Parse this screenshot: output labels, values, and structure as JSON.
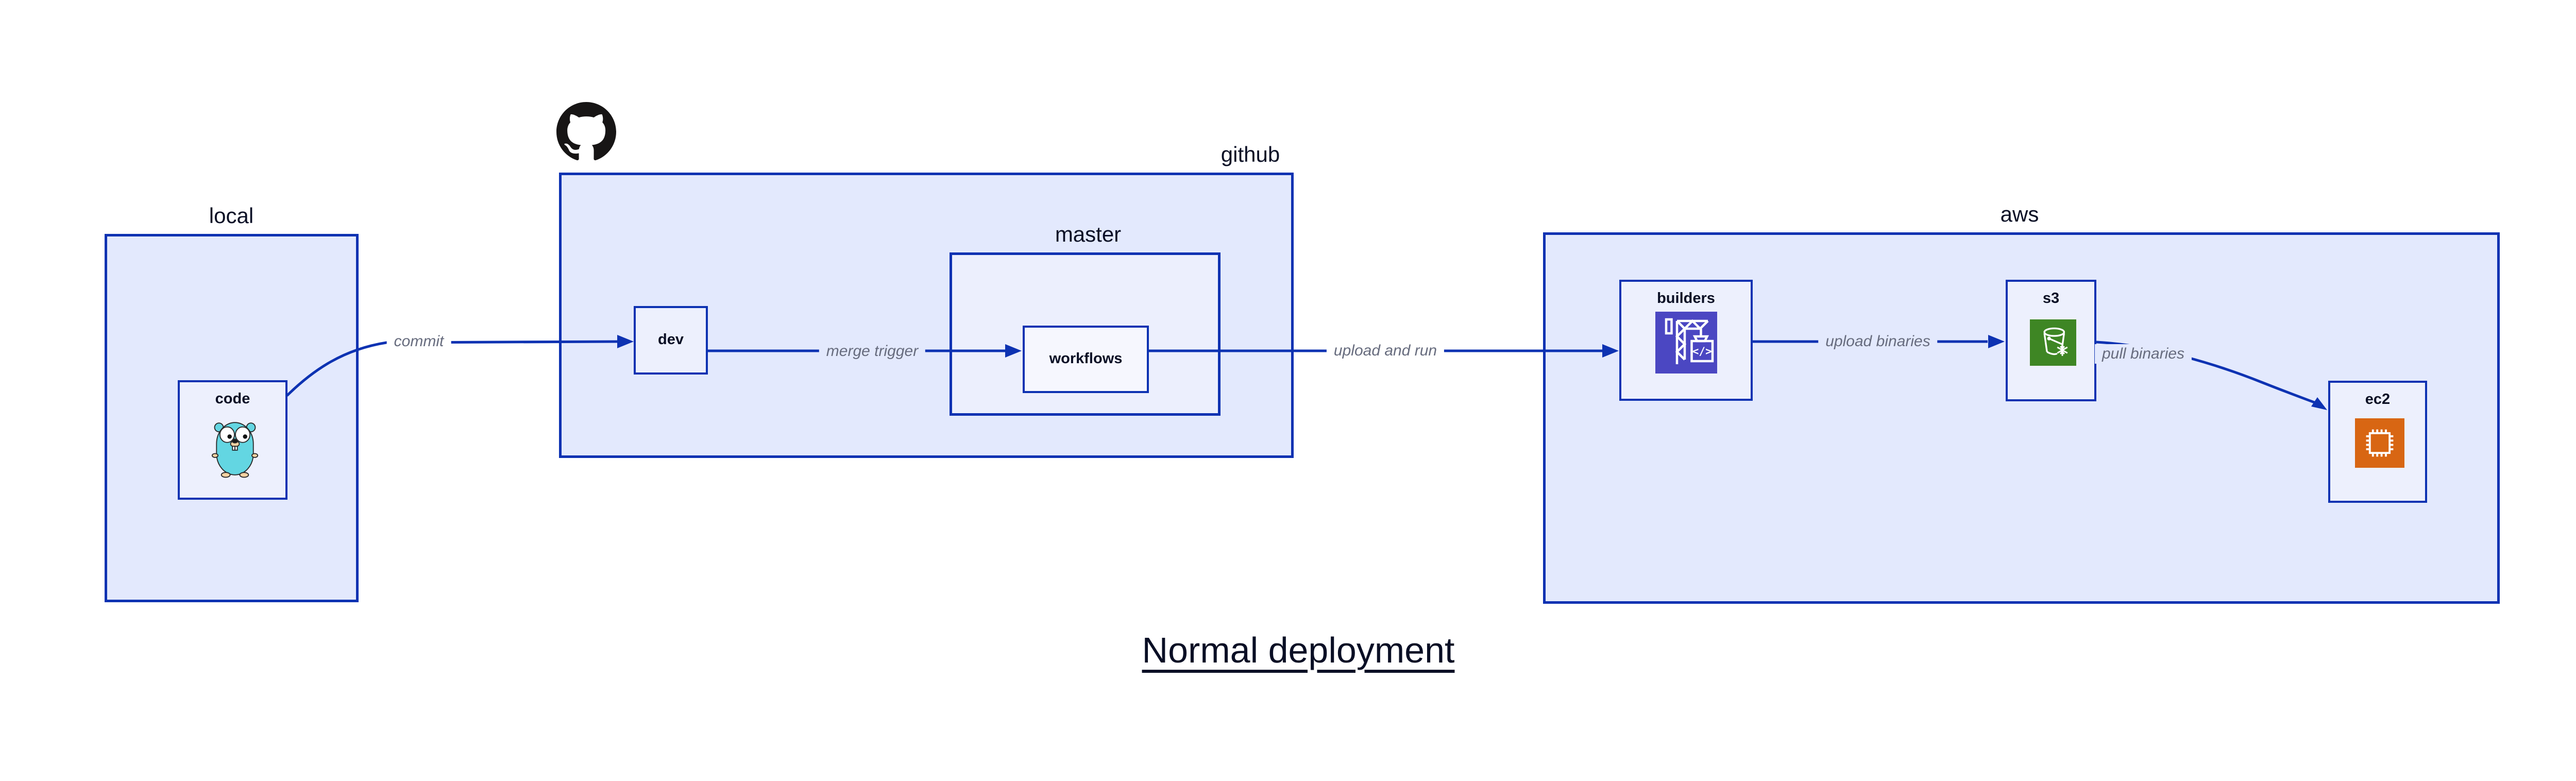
{
  "title": "Normal deployment",
  "containers": {
    "local": {
      "label": "local"
    },
    "github": {
      "label": "github"
    },
    "master": {
      "label": "master"
    },
    "aws": {
      "label": "aws"
    }
  },
  "nodes": {
    "code": {
      "label": "code",
      "icon": "go-gopher-icon"
    },
    "dev": {
      "label": "dev"
    },
    "workflows": {
      "label": "workflows"
    },
    "builders": {
      "label": "builders",
      "icon": "aws-codebuild-icon"
    },
    "s3": {
      "label": "s3",
      "icon": "aws-s3-glacier-icon"
    },
    "ec2": {
      "label": "ec2",
      "icon": "aws-ec2-icon"
    }
  },
  "edges": [
    {
      "from": "code",
      "to": "dev",
      "label": "commit"
    },
    {
      "from": "dev",
      "to": "workflows",
      "label": "merge trigger"
    },
    {
      "from": "workflows",
      "to": "builders",
      "label": "upload and run"
    },
    {
      "from": "builders",
      "to": "s3",
      "label": "upload binaries"
    },
    {
      "from": "s3",
      "to": "ec2",
      "label": "pull binaries"
    }
  ],
  "icons": {
    "github_logo": "github-octocat-icon"
  },
  "colors": {
    "line": "#0D32B2",
    "container-fill": "#E3E9FD",
    "container2-fill": "#ECEFFD",
    "node-fill": "#EDF0FD",
    "node2-fill": "#F6F7FE",
    "text": "#0A0F25",
    "edge-label": "#676C7E",
    "codebuild": "#4B47C2",
    "glacier": "#3E8624",
    "ec2-orange": "#D86613",
    "gopher": "#63D6E2",
    "github-black": "#171515"
  }
}
